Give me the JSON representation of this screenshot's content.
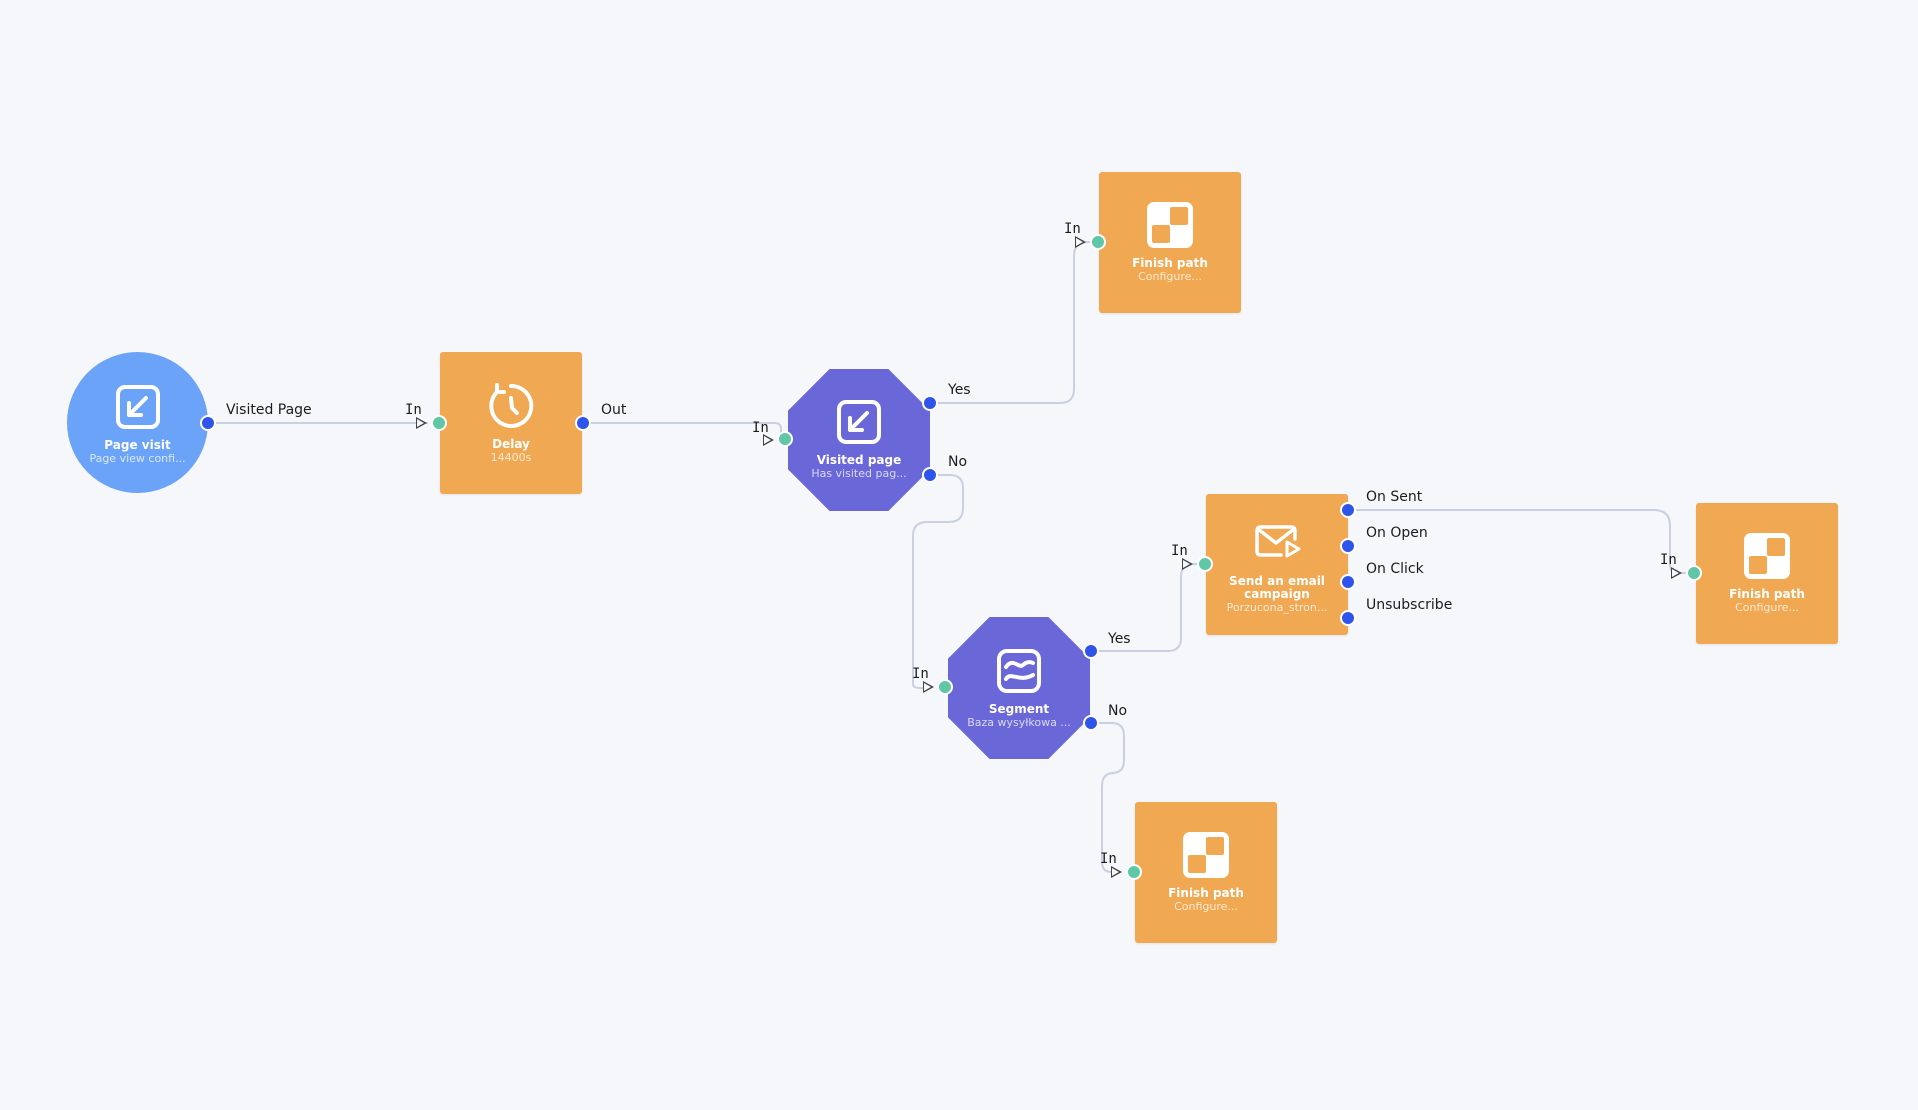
{
  "colors": {
    "page_visit": "#6ba3f8",
    "action": "#f0a852",
    "condition": "#6a67d8",
    "port_out": "#2f54eb",
    "port_in": "#5fc7a6",
    "edge": "#c9d0e2"
  },
  "nodes": {
    "page_visit": {
      "title": "Page visit",
      "subtitle": "Page view confi...",
      "icon": "page-visit-icon",
      "port_out_label": "Visited Page"
    },
    "delay": {
      "title": "Delay",
      "subtitle": "14400s",
      "icon": "timer-icon",
      "port_in_label": "In",
      "port_out_label": "Out"
    },
    "visited_page": {
      "title": "Visited page",
      "subtitle": "Has visited pag...",
      "icon": "page-visit-icon",
      "port_in_label": "In",
      "port_yes_label": "Yes",
      "port_no_label": "No"
    },
    "finish_1": {
      "title": "Finish path",
      "subtitle": "Configure...",
      "icon": "finish-flag-icon",
      "port_in_label": "In"
    },
    "segment": {
      "title": "Segment",
      "subtitle": "Baza wysyłkowa ...",
      "icon": "segment-icon",
      "port_in_label": "In",
      "port_yes_label": "Yes",
      "port_no_label": "No"
    },
    "email": {
      "title": "Send an email campaign",
      "subtitle": "Porzucona_stron...",
      "icon": "email-send-icon",
      "port_in_label": "In",
      "port_labels": [
        "On Sent",
        "On Open",
        "On Click",
        "Unsubscribe"
      ]
    },
    "finish_2": {
      "title": "Finish path",
      "subtitle": "Configure...",
      "icon": "finish-flag-icon",
      "port_in_label": "In"
    },
    "finish_3": {
      "title": "Finish path",
      "subtitle": "Configure...",
      "icon": "finish-flag-icon",
      "port_in_label": "In"
    }
  }
}
